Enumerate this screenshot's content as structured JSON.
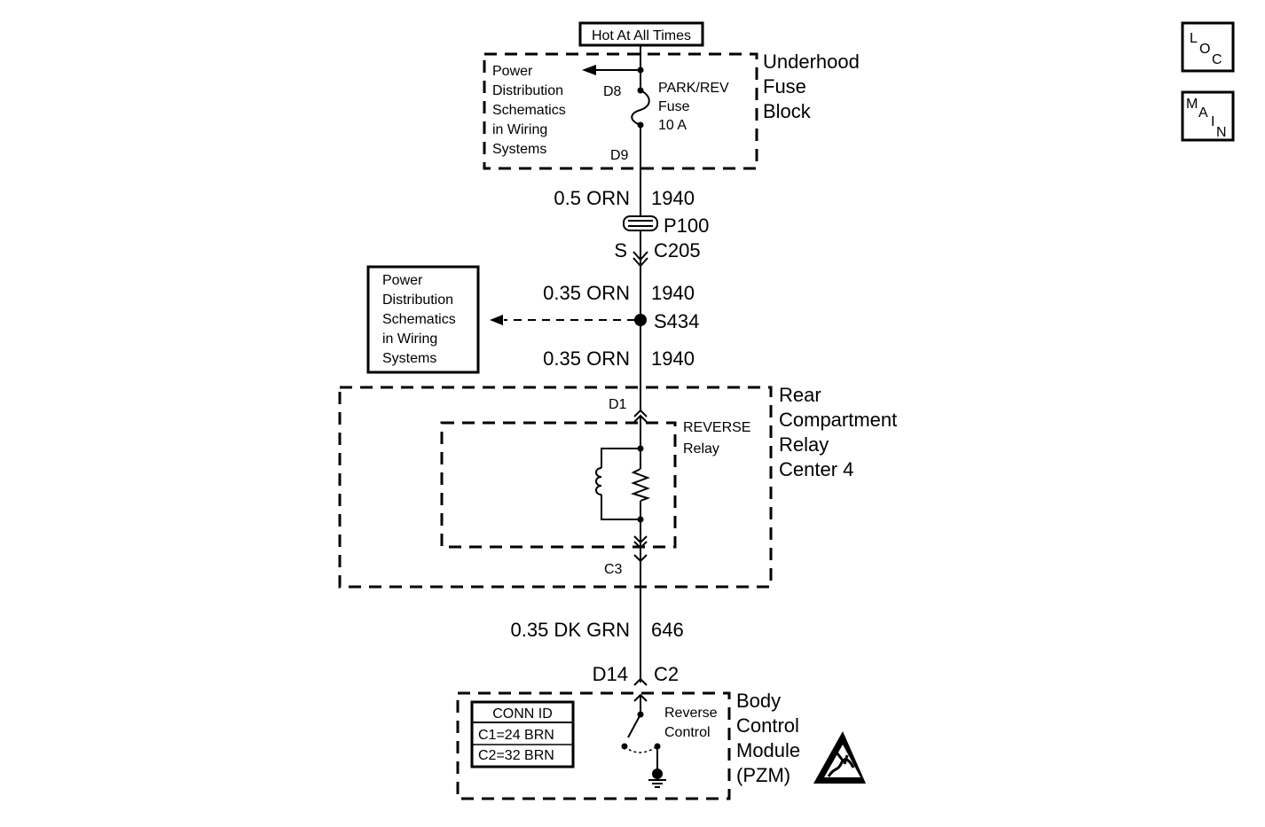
{
  "source": {
    "label": "Hot At All Times"
  },
  "fuse_block": {
    "name_lines": [
      "Underhood",
      "Fuse",
      "Block"
    ],
    "ref_lines": [
      "Power",
      "Distribution",
      "Schematics",
      "in Wiring",
      "Systems"
    ],
    "pin_in": "D8",
    "pin_out": "D9",
    "fuse_lines": [
      "PARK/REV",
      "Fuse",
      "10 A"
    ]
  },
  "wire1": {
    "gauge_color": "0.5 ORN",
    "circuit": "1940"
  },
  "connector_p100": {
    "label": "P100",
    "left": "S",
    "right": "C205"
  },
  "wire2": {
    "gauge_color": "0.35 ORN",
    "circuit": "1940"
  },
  "splice": {
    "label": "S434",
    "ref_lines": [
      "Power",
      "Distribution",
      "Schematics",
      "in Wiring",
      "Systems"
    ]
  },
  "wire3": {
    "gauge_color": "0.35 ORN",
    "circuit": "1940"
  },
  "relay_center": {
    "name_lines": [
      "Rear",
      "Compartment",
      "Relay",
      "Center 4"
    ],
    "pin_in": "D1",
    "pin_out": "C3",
    "relay_lines": [
      "REVERSE",
      "Relay"
    ]
  },
  "wire4": {
    "gauge_color": "0.35 DK GRN",
    "circuit": "646"
  },
  "bcm": {
    "pin_left": "D14",
    "pin_right": "C2",
    "name_lines": [
      "Body",
      "Control",
      "Module",
      "(PZM)"
    ],
    "switch_lines": [
      "Reverse",
      "Control"
    ],
    "conn_id": {
      "title": "CONN ID",
      "rows": [
        "C1=24 BRN",
        "C2=32 BRN"
      ]
    }
  },
  "nav": {
    "loc_letters": [
      "L",
      "O",
      "C"
    ],
    "main_letters": [
      "M",
      "A",
      "I",
      "N"
    ]
  }
}
